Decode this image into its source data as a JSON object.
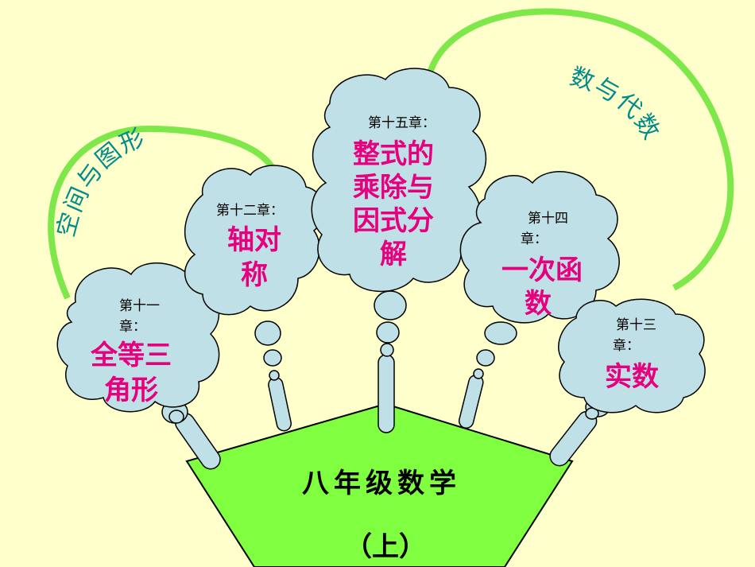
{
  "colors": {
    "background": "#ffffcc",
    "cloud_fill": "#bfe0e6",
    "arc": "#7ee84a",
    "base": "#7fff3f",
    "title": "#e6007e",
    "arc_label": "#008b8b"
  },
  "arcs": {
    "left_label": "空间与图形",
    "right_label": "数与代数"
  },
  "clouds": [
    {
      "chapter_line1": "第十一",
      "chapter_line2": "章：",
      "title_line1": "全等三",
      "title_line2": "角形"
    },
    {
      "chapter_line1": "第十二章：",
      "chapter_line2": "",
      "title_line1": "轴对",
      "title_line2": "称"
    },
    {
      "chapter_line1": "第十五章：",
      "title_line1": "整式的",
      "title_line2": "乘除与",
      "title_line3": "因式分",
      "title_line4": "解"
    },
    {
      "chapter_line1": "第十四",
      "chapter_line2": "章：",
      "title_line1": "一次函",
      "title_line2": "数"
    },
    {
      "chapter_line1": "第十三",
      "chapter_line2": "章：",
      "title_line1": "实数"
    }
  ],
  "base": {
    "title": "八年级数学",
    "subtitle": "（上）"
  }
}
